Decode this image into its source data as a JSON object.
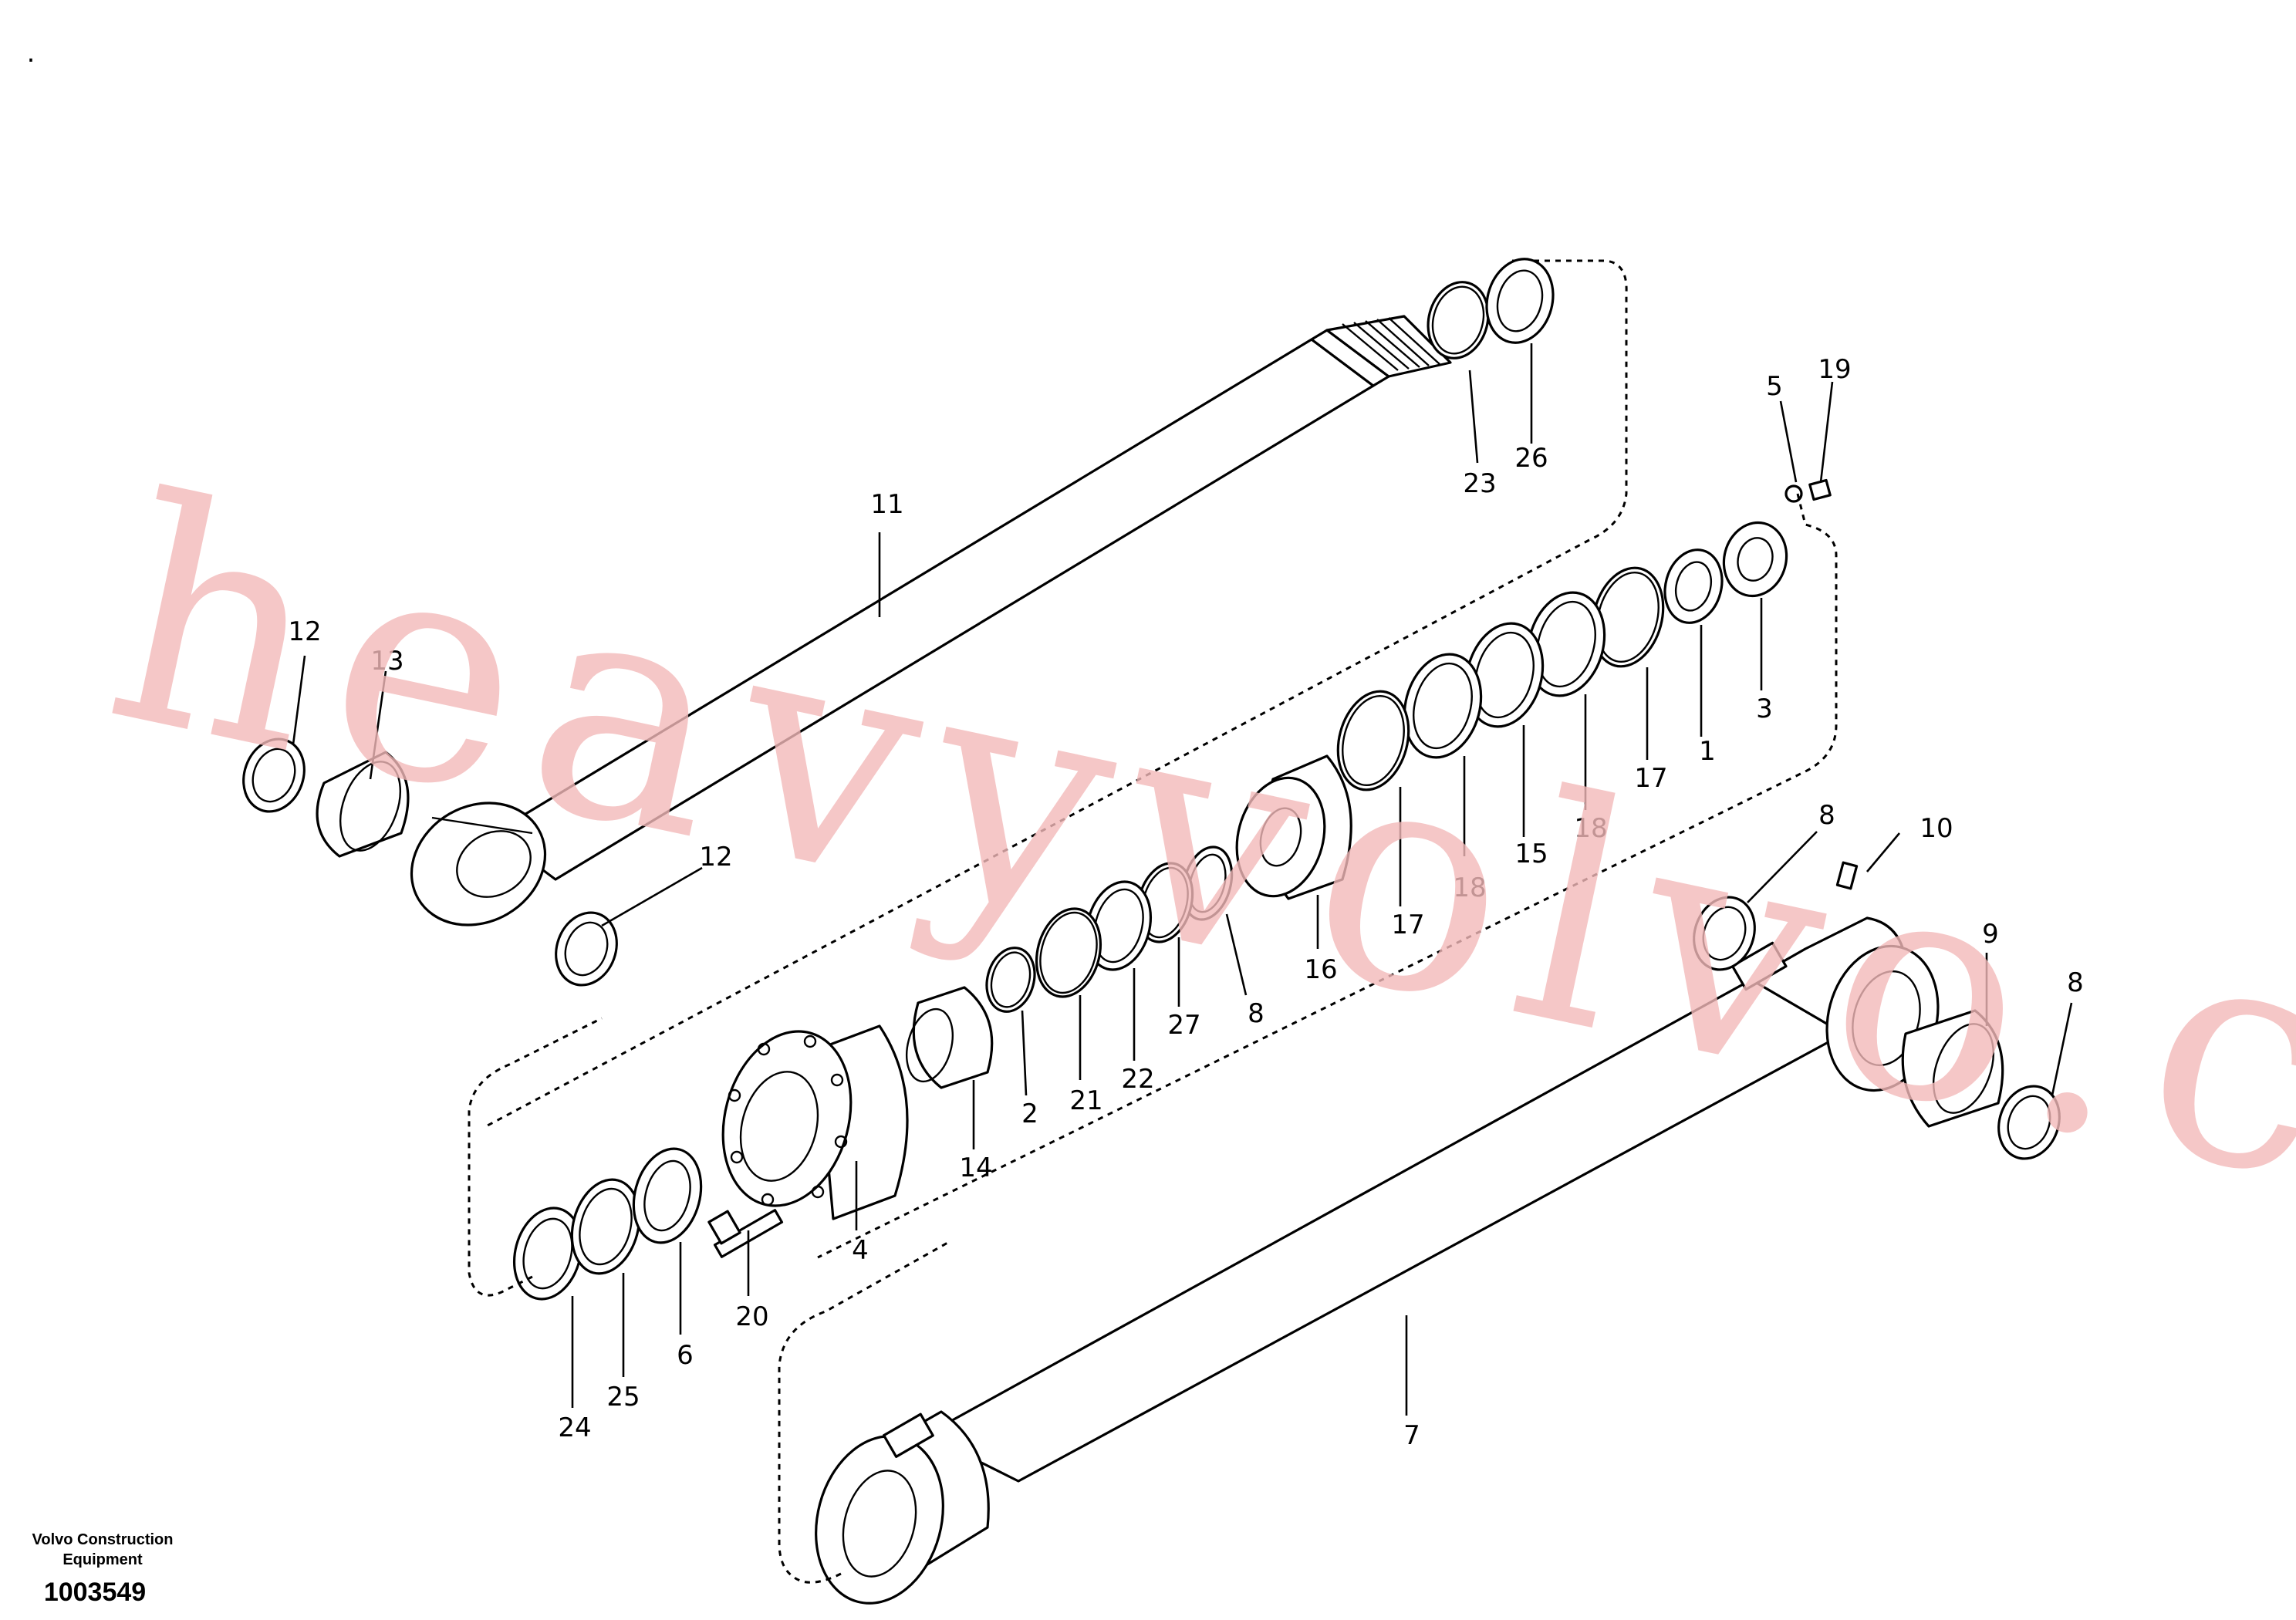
{
  "header": {
    "mark": "."
  },
  "watermark": {
    "text": "heavyvolvo.com"
  },
  "callouts": {
    "c1": "1",
    "c2": "2",
    "c3": "3",
    "c4": "4",
    "c5": "5",
    "c6": "6",
    "c7": "7",
    "c8a": "8",
    "c8b": "8",
    "c8c": "8",
    "c9": "9",
    "c10": "10",
    "c11": "11",
    "c12a": "12",
    "c12b": "12",
    "c13": "13",
    "c14": "14",
    "c15": "15",
    "c16": "16",
    "c17a": "17",
    "c17b": "17",
    "c18a": "18",
    "c18b": "18",
    "c19": "19",
    "c20": "20",
    "c21": "21",
    "c22": "22",
    "c23": "23",
    "c24": "24",
    "c25": "25",
    "c26": "26",
    "c27": "27"
  },
  "footer": {
    "maker_line1": "Volvo Construction",
    "maker_line2": "Equipment",
    "figure_number": "1003549"
  }
}
